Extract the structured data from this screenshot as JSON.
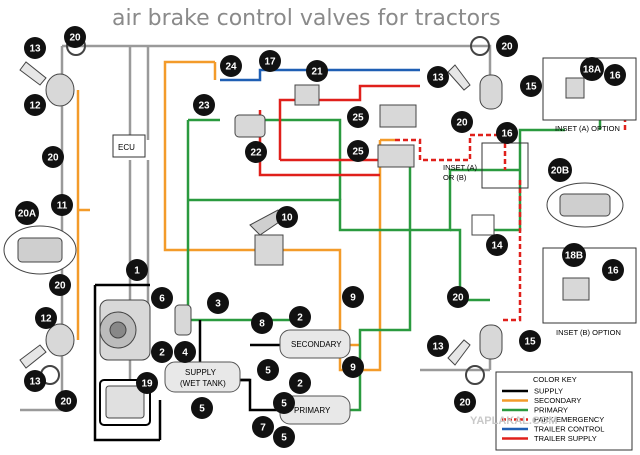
{
  "title": "air brake control valves for tractors",
  "colors": {
    "supply": "#000000",
    "secondary": "#f39b2a",
    "primary": "#2a9a3f",
    "dark_emergency": "#e0201b",
    "trailer_control": "#1f5fb4",
    "trailer_supply": "#e0201b",
    "gray_line": "#9a9a9a"
  },
  "labels": {
    "ecu": "ECU",
    "secondary_tank": "SECONDARY",
    "primary_tank": "PRIMARY",
    "supply_tank_line1": "SUPPLY",
    "supply_tank_line2": "(WET TANK)",
    "inset_a_option": "INSET (A) OPTION",
    "inset_b_option": "INSET (B) OPTION",
    "inset_a_or_b_line1": "INSET (A)",
    "inset_a_or_b_line2": "OR (B)"
  },
  "color_key": {
    "title": "COLOR KEY",
    "items": [
      {
        "label": "SUPPLY",
        "color": "#000000",
        "style": "solid"
      },
      {
        "label": "SECONDARY",
        "color": "#f39b2a",
        "style": "solid"
      },
      {
        "label": "PRIMARY",
        "color": "#2a9a3f",
        "style": "solid"
      },
      {
        "label": "PARK/EMERGENCY",
        "color": "#e0201b",
        "style": "dashed"
      },
      {
        "label": "TRAILER CONTROL",
        "color": "#1f5fb4",
        "style": "solid"
      },
      {
        "label": "TRAILER SUPPLY",
        "color": "#e0201b",
        "style": "solid"
      }
    ]
  },
  "callouts": [
    {
      "id": "c1",
      "text": "1"
    },
    {
      "id": "c2a",
      "text": "2"
    },
    {
      "id": "c2b",
      "text": "2"
    },
    {
      "id": "c2c",
      "text": "2"
    },
    {
      "id": "c3",
      "text": "3"
    },
    {
      "id": "c4",
      "text": "4"
    },
    {
      "id": "c5a",
      "text": "5"
    },
    {
      "id": "c5b",
      "text": "5"
    },
    {
      "id": "c5c",
      "text": "5"
    },
    {
      "id": "c5d",
      "text": "5"
    },
    {
      "id": "c6",
      "text": "6"
    },
    {
      "id": "c7",
      "text": "7"
    },
    {
      "id": "c8",
      "text": "8"
    },
    {
      "id": "c9a",
      "text": "9"
    },
    {
      "id": "c9b",
      "text": "9"
    },
    {
      "id": "c10",
      "text": "10"
    },
    {
      "id": "c11",
      "text": "11"
    },
    {
      "id": "c12a",
      "text": "12"
    },
    {
      "id": "c12b",
      "text": "12"
    },
    {
      "id": "c13a",
      "text": "13"
    },
    {
      "id": "c13b",
      "text": "13"
    },
    {
      "id": "c13c",
      "text": "13"
    },
    {
      "id": "c13d",
      "text": "13"
    },
    {
      "id": "c14",
      "text": "14"
    },
    {
      "id": "c15a",
      "text": "15"
    },
    {
      "id": "c15b",
      "text": "15"
    },
    {
      "id": "c16a",
      "text": "16"
    },
    {
      "id": "c16b",
      "text": "16"
    },
    {
      "id": "c16c",
      "text": "16"
    },
    {
      "id": "c17",
      "text": "17"
    },
    {
      "id": "c18a",
      "text": "18A"
    },
    {
      "id": "c18b",
      "text": "18B"
    },
    {
      "id": "c19",
      "text": "19"
    },
    {
      "id": "c20a",
      "text": "20"
    },
    {
      "id": "c20b",
      "text": "20"
    },
    {
      "id": "c20c",
      "text": "20"
    },
    {
      "id": "c20d",
      "text": "20"
    },
    {
      "id": "c20e",
      "text": "20"
    },
    {
      "id": "c20f",
      "text": "20"
    },
    {
      "id": "c20g",
      "text": "20"
    },
    {
      "id": "c20h",
      "text": "20"
    },
    {
      "id": "c20i",
      "text": "20"
    },
    {
      "id": "c20A",
      "text": "20A"
    },
    {
      "id": "c20B",
      "text": "20B"
    },
    {
      "id": "c21",
      "text": "21"
    },
    {
      "id": "c22",
      "text": "22"
    },
    {
      "id": "c23",
      "text": "23"
    },
    {
      "id": "c24",
      "text": "24"
    },
    {
      "id": "c25a",
      "text": "25"
    },
    {
      "id": "c25b",
      "text": "25"
    }
  ],
  "watermark": "YAPLAKAL.COM"
}
